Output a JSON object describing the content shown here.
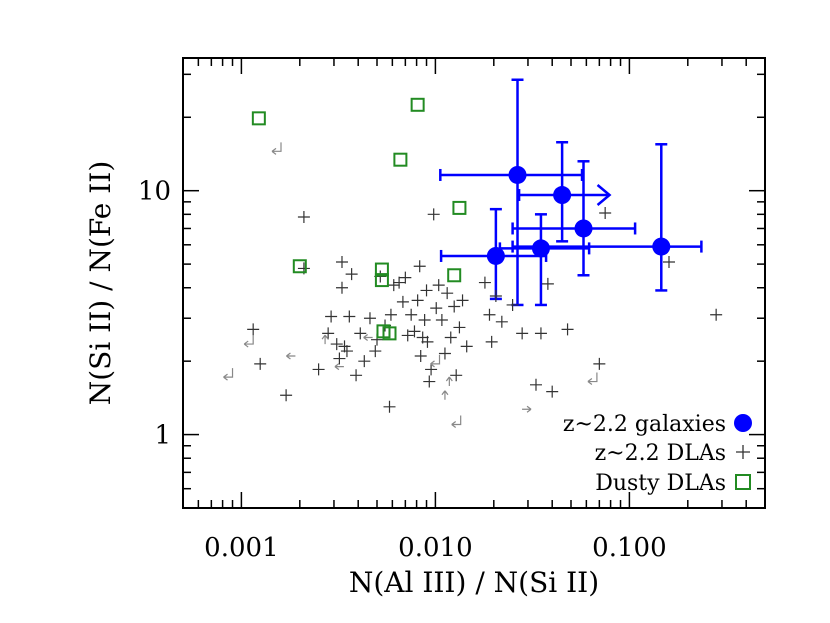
{
  "chart_data": {
    "type": "scatter",
    "title": "",
    "xlabel": "N(Al III) / N(Si II)",
    "ylabel": "N(Si II) / N(Fe II)",
    "xscale": "log",
    "yscale": "log",
    "xlim": [
      0.0005,
      0.5
    ],
    "ylim": [
      0.5,
      35
    ],
    "xticks": [
      {
        "value": 0.001,
        "label": "0.001"
      },
      {
        "value": 0.01,
        "label": "0.010"
      },
      {
        "value": 0.1,
        "label": "0.100"
      }
    ],
    "yticks": [
      {
        "value": 1,
        "label": "1"
      },
      {
        "value": 10,
        "label": "10"
      }
    ],
    "legend": {
      "position": "bottom-right",
      "entries": [
        {
          "label": "z~2.2 galaxies",
          "marker": "filled-circle",
          "color": "#0000ff"
        },
        {
          "label": "z~2.2 DLAs",
          "marker": "plus",
          "color": "#333333"
        },
        {
          "label": "Dusty DLAs",
          "marker": "open-square",
          "color": "#228b22"
        }
      ]
    },
    "series": [
      {
        "name": "z~2.2 galaxies",
        "marker": "filled-circle",
        "color": "#0000ff",
        "points": [
          {
            "x": 0.0205,
            "y": 5.4,
            "xerr": [
              0.0107,
              0.0372
            ],
            "yerr": [
              3.6,
              8.4
            ]
          },
          {
            "x": 0.0265,
            "y": 11.6,
            "xerr": [
              0.0106,
              0.057
            ],
            "yerr": [
              3.4,
              28.5
            ]
          },
          {
            "x": 0.035,
            "y": 5.8,
            "xerr": [
              0.0215,
              0.062
            ],
            "yerr": [
              3.4,
              8.0
            ]
          },
          {
            "x": 0.045,
            "y": 9.6,
            "xerr": [
              0.027,
              0.079
            ],
            "yerr": [
              6.2,
              15.8
            ],
            "arrow": "right"
          },
          {
            "x": 0.058,
            "y": 7.0,
            "xerr": [
              0.025,
              0.107
            ],
            "yerr": [
              4.5,
              13.2
            ]
          },
          {
            "x": 0.146,
            "y": 5.9,
            "xerr": [
              0.025,
              0.235
            ],
            "yerr": [
              3.9,
              15.5
            ]
          }
        ]
      },
      {
        "name": "z~2.2 DLAs",
        "marker": "plus",
        "color": "#333333",
        "points": [
          {
            "x": 0.00115,
            "y": 2.7
          },
          {
            "x": 0.00125,
            "y": 1.95
          },
          {
            "x": 0.0017,
            "y": 1.45
          },
          {
            "x": 0.0021,
            "y": 7.8
          },
          {
            "x": 0.0021,
            "y": 4.8
          },
          {
            "x": 0.0025,
            "y": 1.85
          },
          {
            "x": 0.0028,
            "y": 2.6
          },
          {
            "x": 0.0029,
            "y": 3.05
          },
          {
            "x": 0.0031,
            "y": 2.35
          },
          {
            "x": 0.0032,
            "y": 2.05
          },
          {
            "x": 0.0033,
            "y": 5.1
          },
          {
            "x": 0.0033,
            "y": 4.0
          },
          {
            "x": 0.0034,
            "y": 2.3
          },
          {
            "x": 0.0035,
            "y": 2.2
          },
          {
            "x": 0.0036,
            "y": 3.05
          },
          {
            "x": 0.0037,
            "y": 4.55
          },
          {
            "x": 0.0039,
            "y": 1.75
          },
          {
            "x": 0.0041,
            "y": 2.6
          },
          {
            "x": 0.0043,
            "y": 2.0
          },
          {
            "x": 0.0046,
            "y": 3.0
          },
          {
            "x": 0.0049,
            "y": 2.2
          },
          {
            "x": 0.005,
            "y": 2.45
          },
          {
            "x": 0.0052,
            "y": 4.45
          },
          {
            "x": 0.0055,
            "y": 2.8
          },
          {
            "x": 0.0058,
            "y": 1.3
          },
          {
            "x": 0.0059,
            "y": 3.1
          },
          {
            "x": 0.0061,
            "y": 4.1
          },
          {
            "x": 0.0065,
            "y": 4.2
          },
          {
            "x": 0.0068,
            "y": 3.5
          },
          {
            "x": 0.007,
            "y": 4.4
          },
          {
            "x": 0.0072,
            "y": 2.55
          },
          {
            "x": 0.0075,
            "y": 3.1
          },
          {
            "x": 0.0078,
            "y": 2.65
          },
          {
            "x": 0.0081,
            "y": 3.55
          },
          {
            "x": 0.0083,
            "y": 4.9
          },
          {
            "x": 0.0084,
            "y": 2.1
          },
          {
            "x": 0.0086,
            "y": 2.5
          },
          {
            "x": 0.0088,
            "y": 2.95
          },
          {
            "x": 0.009,
            "y": 3.9
          },
          {
            "x": 0.0091,
            "y": 2.4
          },
          {
            "x": 0.0093,
            "y": 1.65
          },
          {
            "x": 0.0095,
            "y": 1.85
          },
          {
            "x": 0.0098,
            "y": 8.0
          },
          {
            "x": 0.0101,
            "y": 3.3
          },
          {
            "x": 0.0104,
            "y": 4.1
          },
          {
            "x": 0.0108,
            "y": 2.95
          },
          {
            "x": 0.0112,
            "y": 2.15
          },
          {
            "x": 0.0115,
            "y": 3.8
          },
          {
            "x": 0.012,
            "y": 2.5
          },
          {
            "x": 0.0125,
            "y": 3.35
          },
          {
            "x": 0.0128,
            "y": 1.75
          },
          {
            "x": 0.0133,
            "y": 2.75
          },
          {
            "x": 0.0138,
            "y": 3.55
          },
          {
            "x": 0.0145,
            "y": 2.3
          },
          {
            "x": 0.018,
            "y": 4.2
          },
          {
            "x": 0.019,
            "y": 3.1
          },
          {
            "x": 0.0195,
            "y": 2.4
          },
          {
            "x": 0.0205,
            "y": 3.7
          },
          {
            "x": 0.022,
            "y": 2.9
          },
          {
            "x": 0.025,
            "y": 3.4
          },
          {
            "x": 0.028,
            "y": 2.6
          },
          {
            "x": 0.033,
            "y": 1.6
          },
          {
            "x": 0.035,
            "y": 2.6
          },
          {
            "x": 0.038,
            "y": 4.15
          },
          {
            "x": 0.04,
            "y": 1.5
          },
          {
            "x": 0.048,
            "y": 2.7
          },
          {
            "x": 0.07,
            "y": 1.95
          },
          {
            "x": 0.075,
            "y": 8.1
          },
          {
            "x": 0.16,
            "y": 5.1
          },
          {
            "x": 0.28,
            "y": 3.1
          }
        ]
      },
      {
        "name": "Dusty DLAs",
        "marker": "open-square",
        "color": "#228b22",
        "points": [
          {
            "x": 0.00123,
            "y": 19.8
          },
          {
            "x": 0.002,
            "y": 4.9
          },
          {
            "x": 0.0053,
            "y": 4.75
          },
          {
            "x": 0.0053,
            "y": 4.3
          },
          {
            "x": 0.0054,
            "y": 2.65
          },
          {
            "x": 0.0058,
            "y": 2.6
          },
          {
            "x": 0.0066,
            "y": 13.4
          },
          {
            "x": 0.0081,
            "y": 22.5
          },
          {
            "x": 0.0125,
            "y": 4.5
          },
          {
            "x": 0.0133,
            "y": 8.5
          }
        ]
      },
      {
        "name": "",
        "marker": "limit-arrow",
        "color": "#888888",
        "points": [
          {
            "x": 0.0016,
            "y": 14.5,
            "dir": "up-left"
          },
          {
            "x": 0.0009,
            "y": 1.72,
            "dir": "up-left"
          },
          {
            "x": 0.00115,
            "y": 2.35,
            "dir": "up-left"
          },
          {
            "x": 0.0018,
            "y": 2.1,
            "dir": "left"
          },
          {
            "x": 0.0027,
            "y": 2.45,
            "dir": "up"
          },
          {
            "x": 0.0032,
            "y": 1.9,
            "dir": "left"
          },
          {
            "x": 0.0045,
            "y": 2.5,
            "dir": "left"
          },
          {
            "x": 0.0105,
            "y": 1.95,
            "dir": "up-left"
          },
          {
            "x": 0.0112,
            "y": 1.45,
            "dir": "up"
          },
          {
            "x": 0.0118,
            "y": 1.65,
            "dir": "up"
          },
          {
            "x": 0.0135,
            "y": 1.1,
            "dir": "up-left"
          },
          {
            "x": 0.0295,
            "y": 1.27,
            "dir": "right"
          },
          {
            "x": 0.068,
            "y": 1.65,
            "dir": "up-left"
          }
        ]
      }
    ]
  }
}
